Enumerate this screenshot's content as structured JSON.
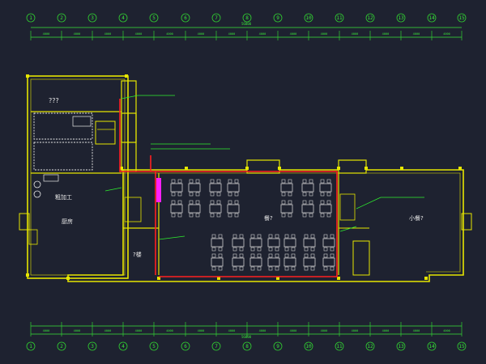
{
  "axes": [
    "1",
    "2",
    "3",
    "4",
    "5",
    "6",
    "7",
    "8",
    "9",
    "10",
    "11",
    "12",
    "13",
    "14",
    "15"
  ],
  "dims_top": [
    "4000",
    "4000",
    "4000",
    "4000",
    "4000",
    "4000",
    "4000",
    "4000",
    "4000",
    "4000",
    "4000",
    "4000",
    "4000",
    "4000"
  ],
  "dims_bottom": [
    "4000",
    "4000",
    "4000",
    "4000",
    "4000",
    "4000",
    "4000",
    "4000",
    "4000",
    "4000",
    "4000",
    "4000",
    "4000",
    "4000"
  ],
  "total_top": "56000",
  "total_bottom": "56000",
  "rooms": {
    "unknown": "???",
    "rough": "粗加工",
    "kitchen": "厨房",
    "dining": "餐?",
    "private": "小餐?",
    "stair": "?楼"
  },
  "colors": {
    "wall": "#e6e600",
    "pipe": "#ff2020",
    "axis": "#30d030",
    "furniture": "#cfcfcf",
    "background": "#1e2230"
  }
}
